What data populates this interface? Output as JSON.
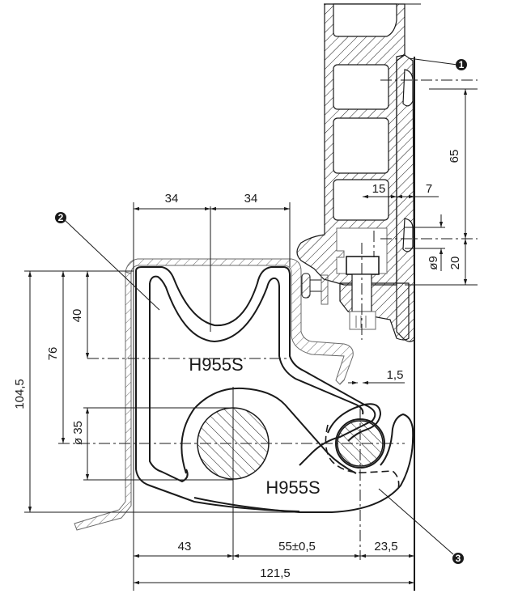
{
  "diagram": {
    "title": "Coupling cross-section H955S",
    "part_labels": {
      "upper": "H955S",
      "lower": "H955S"
    },
    "callouts": [
      {
        "id": "1",
        "label": "1"
      },
      {
        "id": "2",
        "label": "2"
      },
      {
        "id": "3",
        "label": "3"
      }
    ],
    "dimensions": {
      "top_left_width": "34",
      "top_right_width": "34",
      "vertical_65": "65",
      "horizontal_15": "15",
      "horizontal_7": "7",
      "hole_diameter": "ø9",
      "vertical_20": "20",
      "height_40": "40",
      "height_76": "76",
      "height_104_5": "104,5",
      "pin_diameter": "ø 35",
      "gap_1_5": "1,5",
      "bottom_43": "43",
      "bottom_55": "55±0,5",
      "bottom_23_5": "23,5",
      "overall_121_5": "121,5"
    },
    "colors": {
      "line": "#1a1a1a",
      "secondary_line": "#6a6a6a",
      "background": "#ffffff"
    }
  }
}
